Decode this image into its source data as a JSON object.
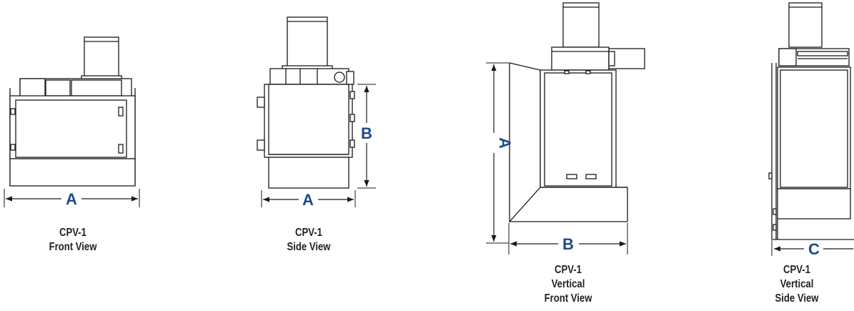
{
  "colors": {
    "dimension": "#1e4a86",
    "line": "#1a1a1a",
    "body_fill": "#ffffff"
  },
  "views": [
    {
      "model": "CPV-1",
      "view": "Front View",
      "dims": [
        "A"
      ]
    },
    {
      "model": "CPV-1",
      "view": "Side View",
      "dims": [
        "A",
        "B"
      ]
    },
    {
      "model": "CPV-1",
      "orientation": "Vertical",
      "view": "Front View",
      "dims": [
        "A",
        "B"
      ]
    },
    {
      "model": "CPV-1",
      "orientation": "Vertical",
      "view": "Side View",
      "dims": [
        "C"
      ]
    }
  ]
}
